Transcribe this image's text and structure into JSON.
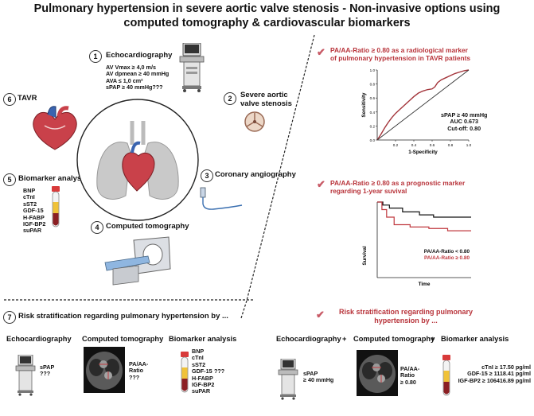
{
  "title_line1": "Pulmonary hypertension in severe aortic valve stenosis - Non-invasive options using",
  "title_line2": "computed tomography & cardiovascular biomarkers",
  "steps": {
    "s1": {
      "num": "1",
      "label": "Echocardiography",
      "details": [
        "AV Vmax ≥ 4,0 m/s",
        "AV dpmean ≥ 40 mmHg",
        "AVA ≤ 1,0 cm²",
        "sPAP ≥ 40 mmHg???"
      ]
    },
    "s2": {
      "num": "2",
      "label_line1": "Severe aortic",
      "label_line2": "valve stenosis"
    },
    "s3": {
      "num": "3",
      "label": "Coronary angiography"
    },
    "s4": {
      "num": "4",
      "label": "Computed tomography"
    },
    "s5": {
      "num": "5",
      "label": "Biomarker analysis",
      "markers": [
        "BNP",
        "cTnI",
        "sST2",
        "GDF-15",
        "H-FABP",
        "IGF-BP2",
        "suPAR"
      ]
    },
    "s6": {
      "num": "6",
      "label": "TAVR"
    },
    "s7": {
      "num": "7",
      "label": "Risk stratification regarding pulmonary hypertension by ..."
    }
  },
  "bottom_left": {
    "echo_label": "Echocardiography",
    "echo_value_1": "sPAP",
    "echo_value_2": "???",
    "ct_label": "Computed tomography",
    "ct_value_1": "PA/AA-",
    "ct_value_2": "Ratio",
    "ct_value_3": "???",
    "bio_label": "Biomarker analysis",
    "bio_markers": [
      "BNP",
      "cTnI",
      "sST2",
      "GDF-15",
      "H-FABP",
      "IGF-BP2",
      "suPAR"
    ],
    "bio_value": "???"
  },
  "roc_panel": {
    "title_line1": "PA/AA-Ratio ≥ 0.80 as a radiological marker",
    "title_line2": "of pulmonary hypertension in TAVR patients",
    "annotation": [
      "sPAP ≥ 40 mmHg",
      "AUC 0.673",
      "Cut-off: 0.80"
    ]
  },
  "km_panel": {
    "title_line1": "PA/AA-Ratio ≥ 0.80 as a prognostic marker",
    "title_line2": "regarding 1-year suvival"
  },
  "risk_right": {
    "title_line1": "Risk stratification regarding pulmonary",
    "title_line2": "hypertension by ...",
    "echo_label": "Echocardiography",
    "plus": "+",
    "ct_label": "Computed tomography",
    "bio_label": "Biomarker analysis",
    "echo_value_1": "sPAP",
    "echo_value_2": "≥ 40 mmHg",
    "ct_value_1": "PA/AA-",
    "ct_value_2": "Ratio",
    "ct_value_3": "≥ 0.80",
    "bio_values": [
      "cTnI ≥ 17.50 pg/ml",
      "GDF-15 ≥ 1118.41 pg/ml",
      "IGF-BP2 ≥ 106416.89 pg/ml"
    ]
  },
  "chart_data": [
    {
      "type": "line",
      "title": "PA/AA-Ratio ≥ 0.80 as a radiological marker of pulmonary hypertension in TAVR patients",
      "xlabel": "1-Specificity",
      "ylabel": "Sensitivity",
      "xlim": [
        0,
        1
      ],
      "ylim": [
        0,
        1
      ],
      "xticks": [
        "0.2",
        "0.4",
        "0.6",
        "0.8",
        "1.0"
      ],
      "yticks": [
        "0.0",
        "0.2",
        "0.4",
        "0.6",
        "0.8",
        "1.0"
      ],
      "series": [
        {
          "role": "roc",
          "color": "#a3343a",
          "x": [
            0.0,
            0.04,
            0.08,
            0.12,
            0.16,
            0.2,
            0.25,
            0.3,
            0.35,
            0.4,
            0.45,
            0.5,
            0.55,
            0.6,
            0.63,
            0.66,
            0.7,
            0.75,
            0.8,
            0.85,
            0.9,
            0.95,
            1.0
          ],
          "y": [
            0.0,
            0.08,
            0.17,
            0.25,
            0.32,
            0.38,
            0.44,
            0.5,
            0.56,
            0.62,
            0.67,
            0.7,
            0.72,
            0.73,
            0.76,
            0.82,
            0.86,
            0.89,
            0.92,
            0.95,
            0.97,
            0.99,
            1.0
          ]
        },
        {
          "role": "reference",
          "color": "#333333",
          "x": [
            0,
            1
          ],
          "y": [
            0,
            1
          ]
        }
      ]
    },
    {
      "type": "line",
      "title": "PA/AA-Ratio ≥ 0.80 as a prognostic marker regarding 1-year suvival",
      "xlabel": "Time",
      "ylabel": "Survival",
      "xlim": [
        0,
        1
      ],
      "ylim": [
        0,
        1
      ],
      "series": [
        {
          "name": "PA/AA-Ratio < 0.80",
          "color": "#111111",
          "step": true,
          "x": [
            0,
            0.06,
            0.13,
            0.27,
            0.45,
            0.6,
            1.0
          ],
          "y": [
            1.0,
            0.96,
            0.92,
            0.87,
            0.83,
            0.8,
            0.8
          ]
        },
        {
          "name": "PA/AA-Ratio ≥ 0.80",
          "color": "#c0393f",
          "step": true,
          "x": [
            0,
            0.05,
            0.1,
            0.18,
            0.35,
            0.55,
            0.75,
            1.0
          ],
          "y": [
            1.0,
            0.9,
            0.8,
            0.7,
            0.67,
            0.65,
            0.62,
            0.62
          ]
        }
      ]
    }
  ]
}
